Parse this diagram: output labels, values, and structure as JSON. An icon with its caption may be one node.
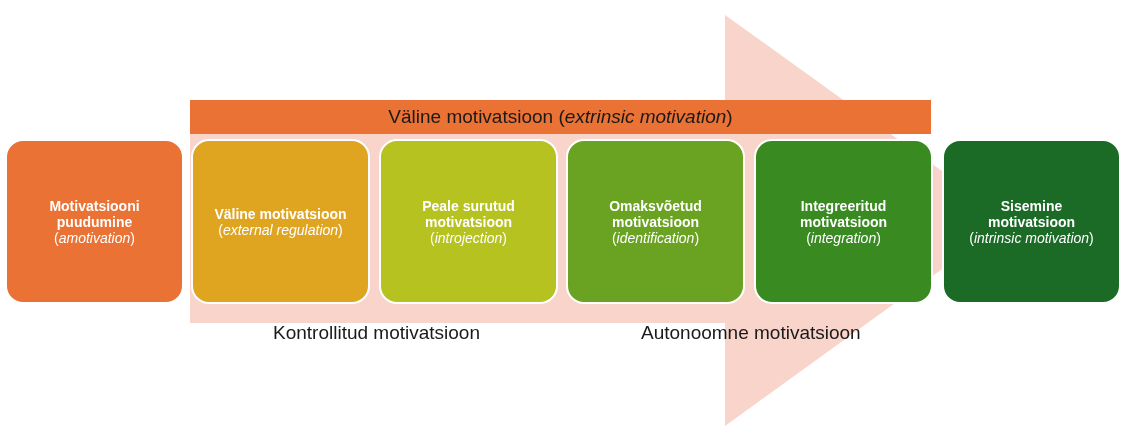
{
  "diagram": {
    "nodes": [
      {
        "text": [
          "Väline motivatsioon (*extrinsic motivation*)"
        ]
      },
      {
        "text": [
          "Motivatsiooni puudumine",
          "(*amotivation*)"
        ]
      },
      {
        "text": [
          "Väline motivatsioon",
          "(*external regulation*)"
        ]
      },
      {
        "text": [
          "Peale surutud motivatsioon",
          "(*introjection*)"
        ]
      },
      {
        "text": [
          "Omaksvõetud motivatsioon",
          "(*identification*)"
        ]
      },
      {
        "text": [
          "Integreeritud motivatsioon",
          "(*integration*)"
        ]
      },
      {
        "text": [
          "Sisemine motivatsioon",
          "(*intrinsic motivation*)"
        ]
      }
    ],
    "edges": [
      {
        "from": 2,
        "to": 6,
        "arrow": "to"
      }
    ],
    "labels": [
      "Kontrollitud motivatsioon",
      "Autonoomne motivatsioon"
    ]
  }
}
